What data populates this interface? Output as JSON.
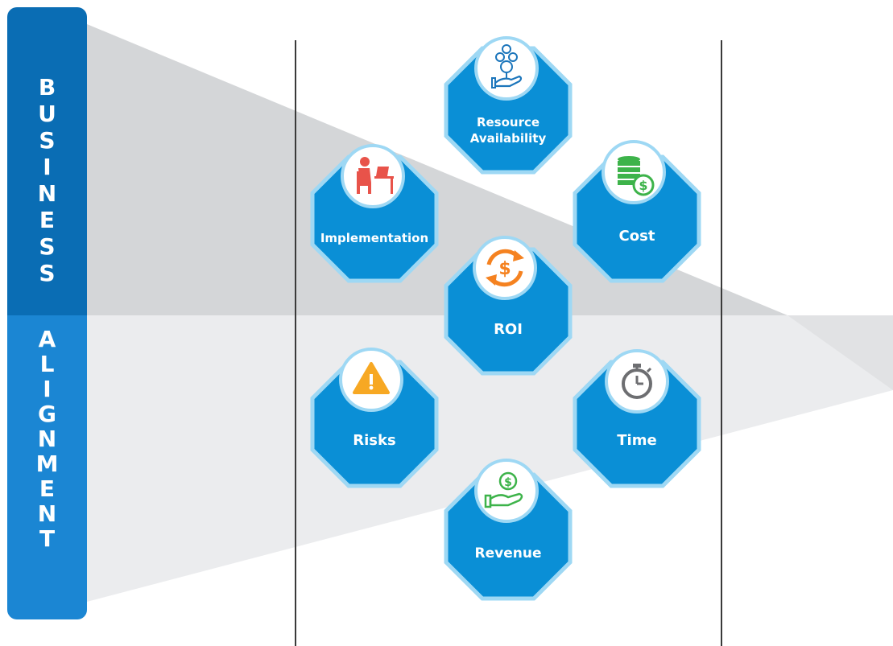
{
  "sidebar": {
    "business_letters": [
      "B",
      "U",
      "S",
      "I",
      "N",
      "E",
      "S",
      "S"
    ],
    "alignment_letters": [
      "A",
      "L",
      "I",
      "G",
      "N",
      "M",
      "E",
      "N",
      "T"
    ]
  },
  "nodes": {
    "resource": {
      "label": "Resource\nAvailability",
      "icon": "money-tree-hand-icon"
    },
    "implementation": {
      "label": "Implementation",
      "icon": "person-at-desk-icon"
    },
    "cost": {
      "label": "Cost",
      "icon": "coin-stack-dollar-icon"
    },
    "roi": {
      "label": "ROI",
      "icon": "dollar-cycle-icon"
    },
    "risks": {
      "label": "Risks",
      "icon": "warning-triangle-icon"
    },
    "time": {
      "label": "Time",
      "icon": "stopwatch-icon"
    },
    "revenue": {
      "label": "Revenue",
      "icon": "dollar-hand-icon"
    }
  },
  "colors": {
    "bar_dark": "#0a6db4",
    "bar_light": "#1b86d3",
    "octagon_fill": "#0a8fd6",
    "octagon_border": "#9ed8f4",
    "funnel_dark": "#d4d6d8",
    "funnel_light": "#ebecee",
    "icon_green": "#3db34a",
    "icon_orange": "#f58220",
    "icon_red": "#e8534a",
    "icon_gray": "#6d6e71"
  }
}
